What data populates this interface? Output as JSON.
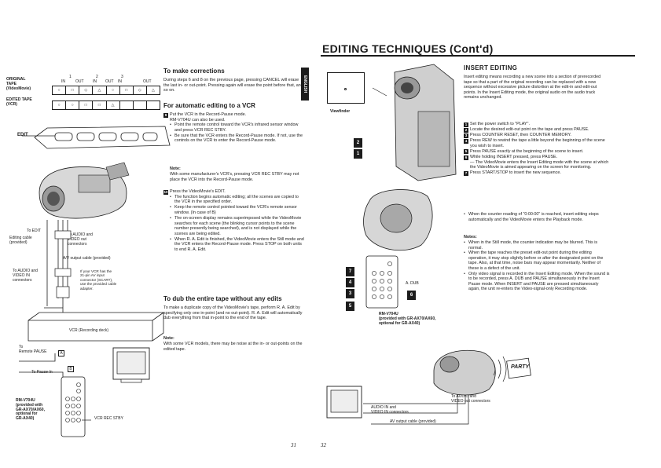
{
  "left": {
    "page_number": "31",
    "diagram": {
      "tape_labels": {
        "original": "ORIGINAL\nTAPE\n(VideoMovie)",
        "edited": "EDITED TAPE\n(VCR)",
        "in": "IN",
        "out": "OUT",
        "marks": [
          "1",
          "2",
          "3"
        ]
      },
      "edit_label": "EDIT",
      "to_edit": "To EDIT",
      "editing_cable": "Editing cable\n(provided)",
      "to_audio": "To AUDIO and\nVIDEO out\nconnectors",
      "av_cable": "A/V output cable (provided)",
      "to_audio_video_in": "To AUDIO and\nVIDEO IN\nconnectors",
      "scart_note": "If your VCR has the\n21-pin AV input\nconnector (SCART),\nuse the provided cable\nadapter.",
      "vcr_label": "VCR (Recording deck)",
      "to_remote_pause": "To\nRemote PAUSE",
      "to_pause_in": "To Pause-In",
      "tag_a": "A",
      "tag_b": "B",
      "remote_caption": "RM-V704U\n(provided with\nGR-AX70/AX60,\noptional for\nGR-AX40)",
      "vcr_rec_stby": "VCR REC STBY"
    },
    "corrections": {
      "heading": "To make corrections",
      "body": "During steps 6 and 8 on the previous page, pressing CANCEL will erase the last in- or out-point. Pressing again will erase the point before that, and so on."
    },
    "auto_edit": {
      "heading": "For automatic editing to a VCR",
      "steps": [
        {
          "num": "9",
          "text": "Put the VCR in the Record-Pause mode.\nRM-V704U can also be used.",
          "bullets": [
            "Point the remote control toward the VCR's infrared sensor window and press VCR REC STBY.",
            "Be sure that the VCR enters the Record-Pause mode. If not, use the controls on the VCR to enter the Record-Pause mode."
          ]
        }
      ],
      "note_title": "Note:",
      "note_text": "With some manufacturer's VCR's, pressing VCR REC STBY may not place the VCR into the Record-Pause mode.",
      "step10": {
        "num": "10",
        "text": "Press the VideoMovie's EDIT.",
        "bullets": [
          "The function begins automatic editing; all the scenes are copied to the VCR in the specified order.",
          "Keep the remote control pointed toward the VCR's remote sensor window. (In case of B)",
          "The on-screen display remains superimposed while the VideoMovie searches for each scene (the blinking cursor points to the scene number presently being searched), and is not displayed while the scenes are being edited.",
          "When R. A. Edit is finished, the VideoMovie enters the Still mode and the VCR enters the Record-Pause mode. Press STOP on both units to end R. A. Edit."
        ]
      }
    },
    "dub": {
      "heading": "To dub the entire tape without any edits",
      "body": "To make a duplicate copy of the VideoMovie's tape, perform R. A. Edit by specifying only one in-point (and no out-point). R. A. Edit will automatically dub everything from that in-point to the end of the tape.",
      "note_title": "Note:",
      "note_text": "With some VCR models, there may be noise at the in- or out-points on the edited tape."
    },
    "tab_label": "ENGLISH"
  },
  "right": {
    "page_number": "32",
    "title": "EDITING TECHNIQUES (Cont'd)",
    "viewfinder_label": "Viewfinder",
    "insert": {
      "heading": "INSERT EDITING",
      "intro": "Insert editing means recording a new scene into a section of prerecorded tape so that a part of the original recording can be replaced with a new sequence without excessive picture distortion at the edit-in and edit-out points. In the Insert Editing mode, the original audio on the audio track remains unchanged.",
      "steps": [
        {
          "num": "1",
          "text": "Set the power switch to \"PLAY\"."
        },
        {
          "num": "2",
          "text": "Locate the desired edit-out point on the tape and press PAUSE."
        },
        {
          "num": "3",
          "text": "Press COUNTER RESET, then COUNTER MEMORY."
        },
        {
          "num": "4",
          "text": "Press REW to rewind the tape a little beyond the beginning of the scene you wish to insert."
        },
        {
          "num": "5",
          "text": "Press PAUSE exactly at the beginning of the scene to insert."
        },
        {
          "num": "6",
          "text": "While holding INSERT pressed, press PAUSE.\n— The VideoMovie enters the Insert Editing mode with the scene at which the VideoMovie is aimed appearing on the screen for monitoring."
        },
        {
          "num": "7",
          "text": "Press START/STOP to insert the new sequence."
        }
      ],
      "bullet_after": [
        "When the counter reading of \"0:00:00\" is reached, insert editing stops automatically and the VideoMovie enters the Playback mode."
      ],
      "notes_title": "Notes:",
      "notes": [
        "When in the Still mode, the counter indication may be blurred. This is normal.",
        "When the tape reaches the preset edit-out point during the editing operation, it may stop slightly before or after the designated point on the tape. Also, at that time, noise bars may appear momentarily. Neither of these is a defect of the unit.",
        "Only video signal is recorded in the Insert Editing mode. When the sound is to be recorded, press A. DUB and PAUSE simultaneously in the Insert Pause mode. When INSERT and PAUSE are pressed simultaneously again, the unit re-enters the Video-signal-only Recording mode."
      ]
    },
    "diagram": {
      "tags": [
        "1",
        "2",
        "3",
        "4",
        "5",
        "6",
        "7"
      ],
      "adub_label": "A. DUB",
      "remote_caption": "RM-V704U\n(provided with GR-AX70/AX60,\noptional for GR-AX40)",
      "audio_in": "AUDIO IN and\nVIDEO IN connectors",
      "av_cable": "AV output cable (provided)",
      "to_audio_out": "To AUDIO and\nVIDEO out connectors",
      "party_sign": "PARTY"
    }
  }
}
